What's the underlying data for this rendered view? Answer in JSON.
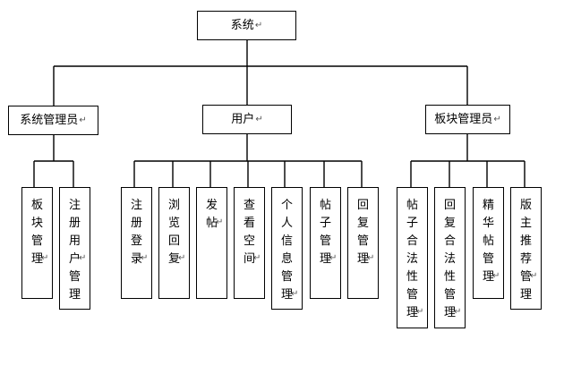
{
  "root": {
    "label": "系统"
  },
  "level1": {
    "admin": {
      "label": "系统管理员"
    },
    "user": {
      "label": "用户"
    },
    "moderator": {
      "label": "板块管理员"
    }
  },
  "leaves": {
    "admin": [
      {
        "label": "板\n块\n管\n理"
      },
      {
        "label": "注\n册\n用\n户\n管\n理"
      }
    ],
    "user": [
      {
        "label": "注\n册\n登\n录"
      },
      {
        "label": "浏\n览\n回\n复"
      },
      {
        "label": "发\n帖"
      },
      {
        "label": "查\n看\n空\n间"
      },
      {
        "label": "个\n人\n信\n息\n管\n理"
      },
      {
        "label": "帖\n子\n管\n理"
      },
      {
        "label": "回\n复\n管\n理"
      }
    ],
    "moderator": [
      {
        "label": "帖\n子\n合\n法\n性\n管\n理"
      },
      {
        "label": "回\n复\n合\n法\n性\n管\n理"
      },
      {
        "label": "精\n华\n帖\n管\n理"
      },
      {
        "label": "版\n主\n推\n荐\n管\n理"
      }
    ]
  },
  "paragraph_mark": "↵"
}
